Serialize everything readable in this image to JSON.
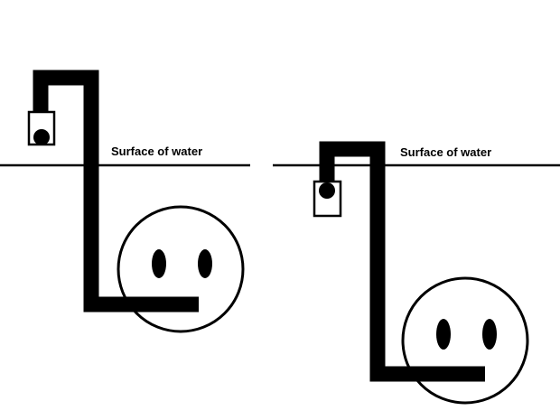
{
  "colors": {
    "background": "#ffffff",
    "ink": "#000000"
  },
  "panels": [
    {
      "water_label": "Surface of water",
      "depiction": "snorkel-tube-opening-above-water"
    },
    {
      "water_label": "Surface of water",
      "depiction": "snorkel-tube-opening-below-water"
    }
  ]
}
